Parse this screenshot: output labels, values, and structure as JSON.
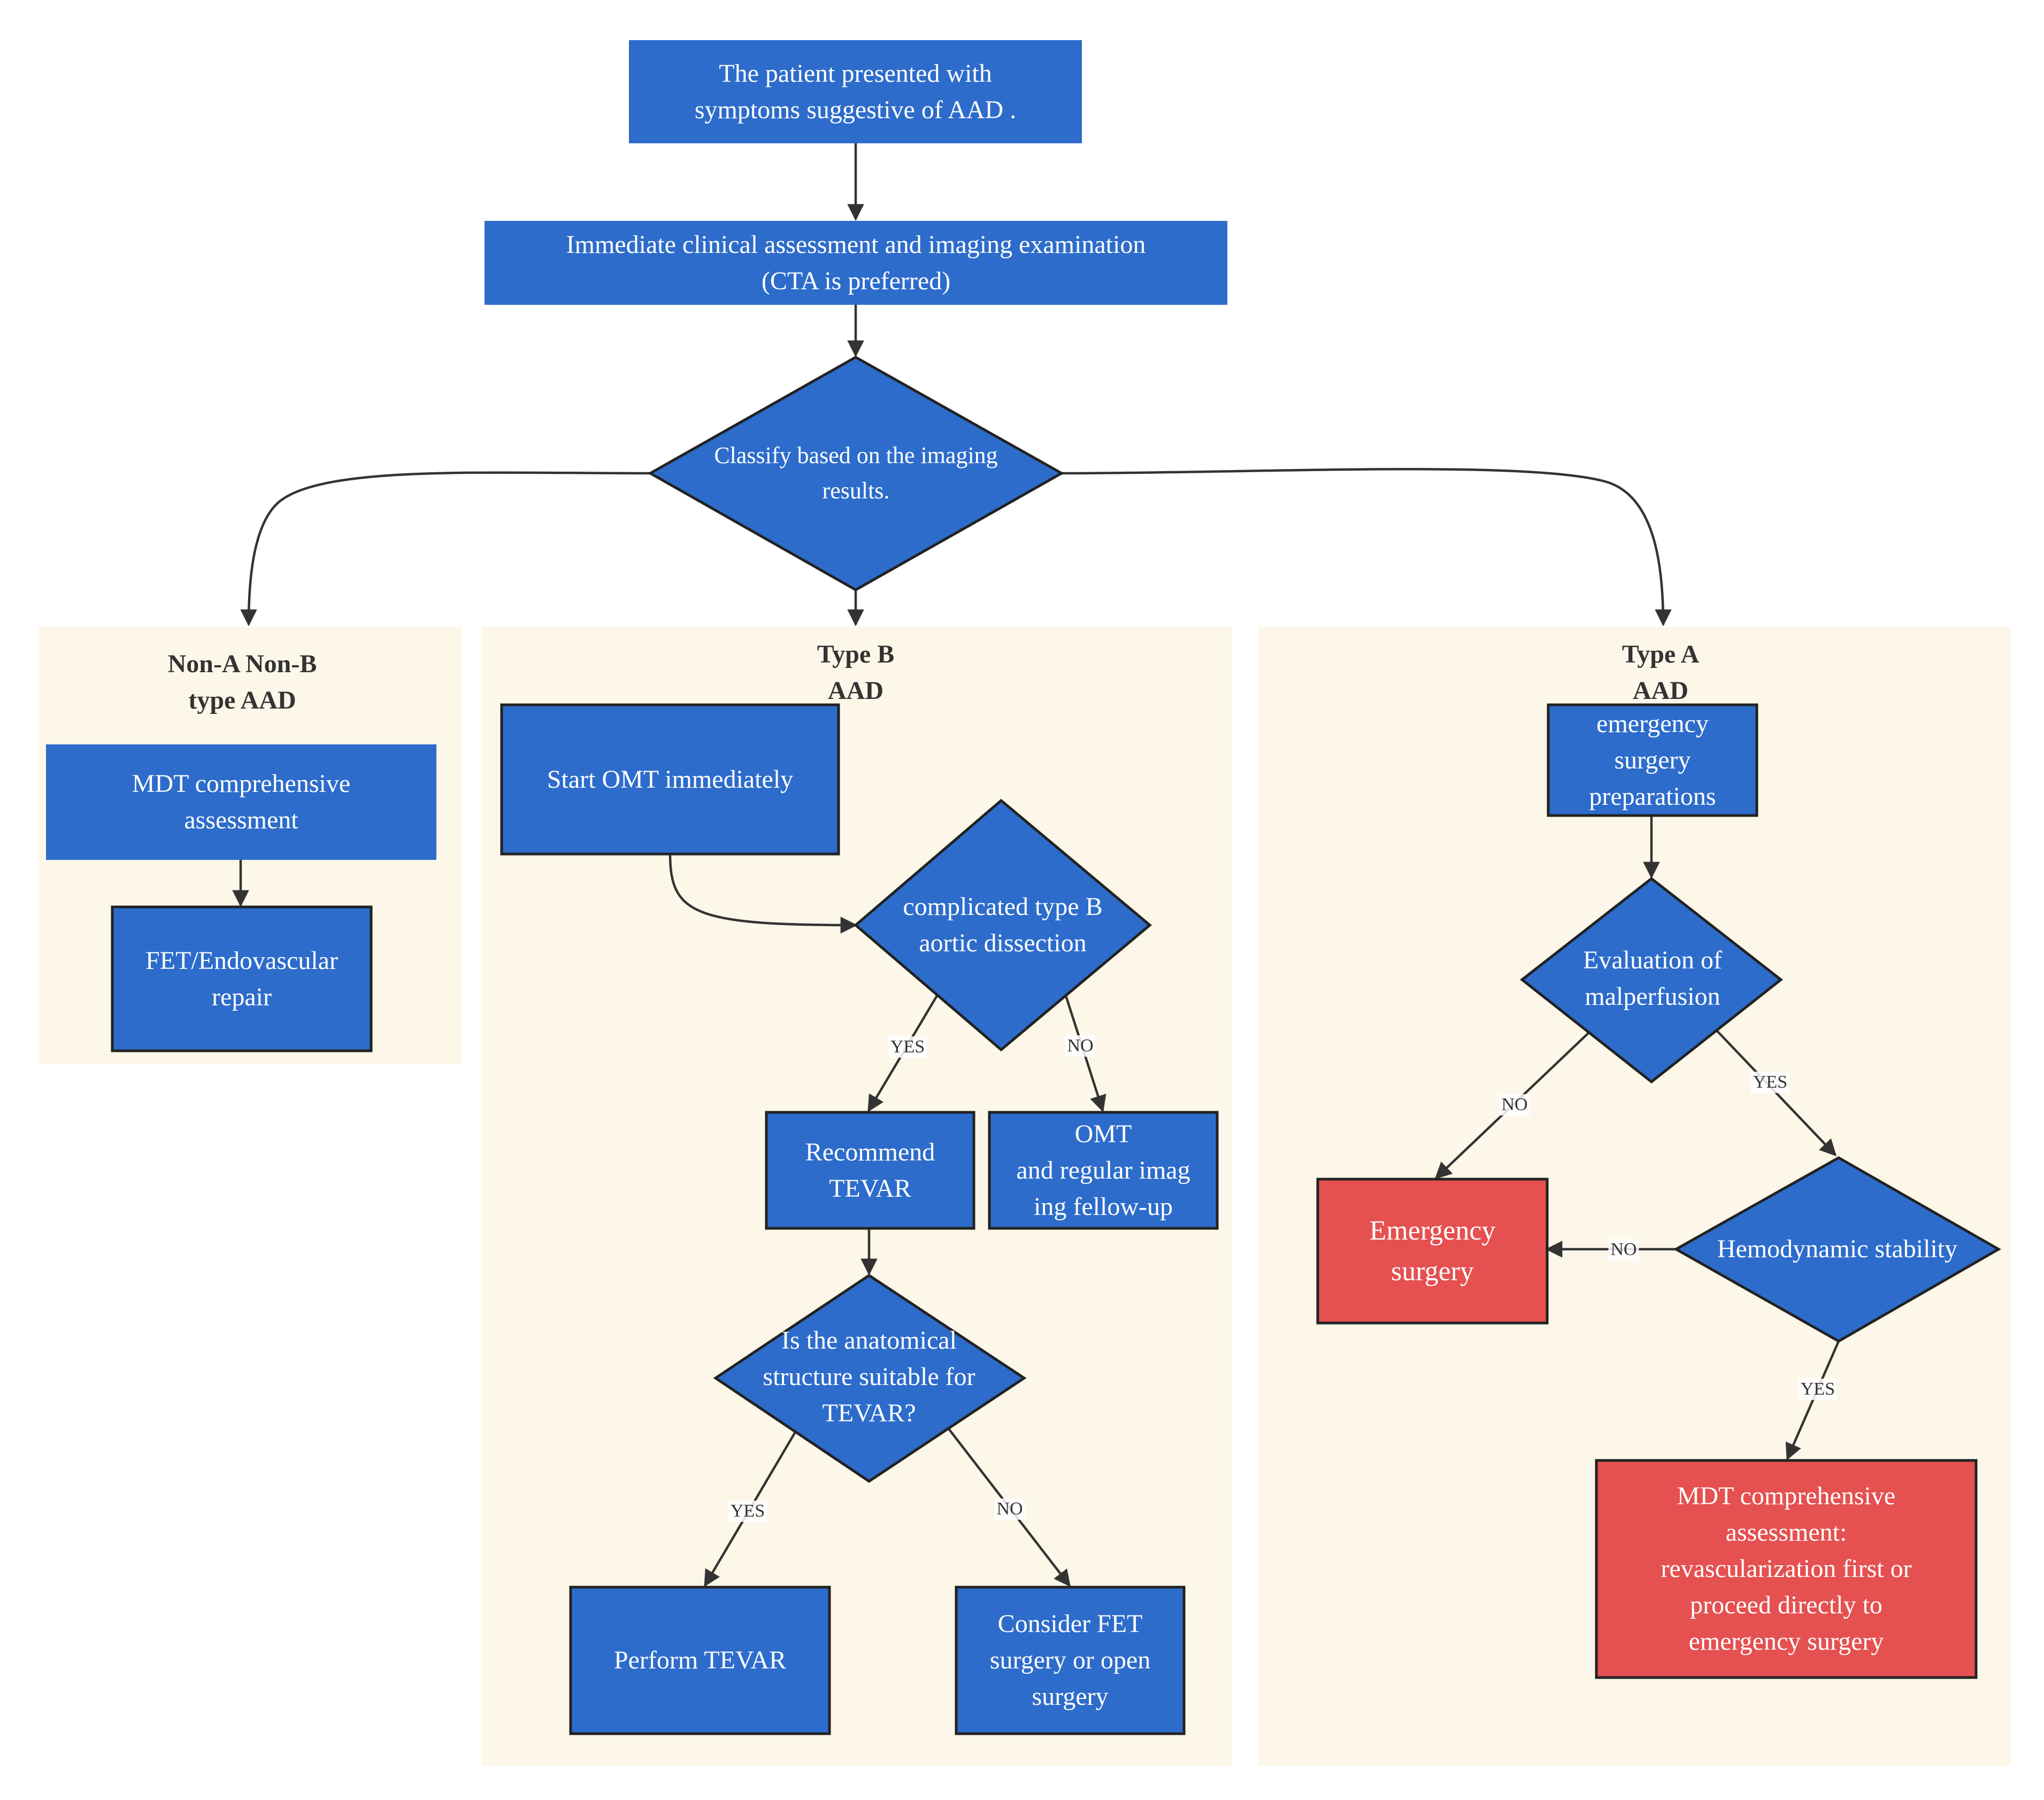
{
  "colors": {
    "node_fill": "#2d6ccb",
    "node_stroke": "#222222",
    "alert_fill": "#e55050",
    "group_fill": "#fcf7e8",
    "edge": "#333333"
  },
  "nodes": {
    "start": "The patient presented with\nsymptoms suggestive of AAD .",
    "assess": "Immediate clinical assessment and imaging examination\n(CTA is preferred)",
    "classify": "Classify based on the imaging\nresults.",
    "mdt_nonab": "MDT comprehensive\nassessment",
    "fet_endo": "FET/Endovascular\nrepair",
    "omt_start": "Start OMT immediately",
    "complicated_b": "complicated type B\naortic dissection",
    "recommend_tevar": "Recommend\nTEVAR",
    "omt_imaging": "OMT\nand regular imag\ning fellow-up",
    "anatomy_suitable": "Is the anatomical\nstructure suitable for\nTEVAR?",
    "perform_tevar": "Perform TEVAR",
    "consider_fet": "Consider FET\nsurgery or open\nsurgery",
    "emergency_prep": "emergency\nsurgery\npreparations",
    "malperfusion": "Evaluation of\nmalperfusion",
    "emergency_surgery": "Emergency\nsurgery",
    "hemodynamic": "Hemodynamic stability",
    "mdt_revasc": "MDT comprehensive\nassessment:\nrevascularization first or\nproceed directly to\nemergency surgery"
  },
  "groups": {
    "non_ab": "Non-A Non-B\ntype AAD",
    "type_b": "Type B\nAAD",
    "type_a": "Type A\nAAD"
  },
  "edge_labels": {
    "complicated_yes": "YES",
    "complicated_no": "NO",
    "anatomy_yes": "YES",
    "anatomy_no": "NO",
    "malperfusion_no": "NO",
    "malperfusion_yes": "YES",
    "hemodynamic_no": "NO",
    "hemodynamic_yes": "YES"
  }
}
